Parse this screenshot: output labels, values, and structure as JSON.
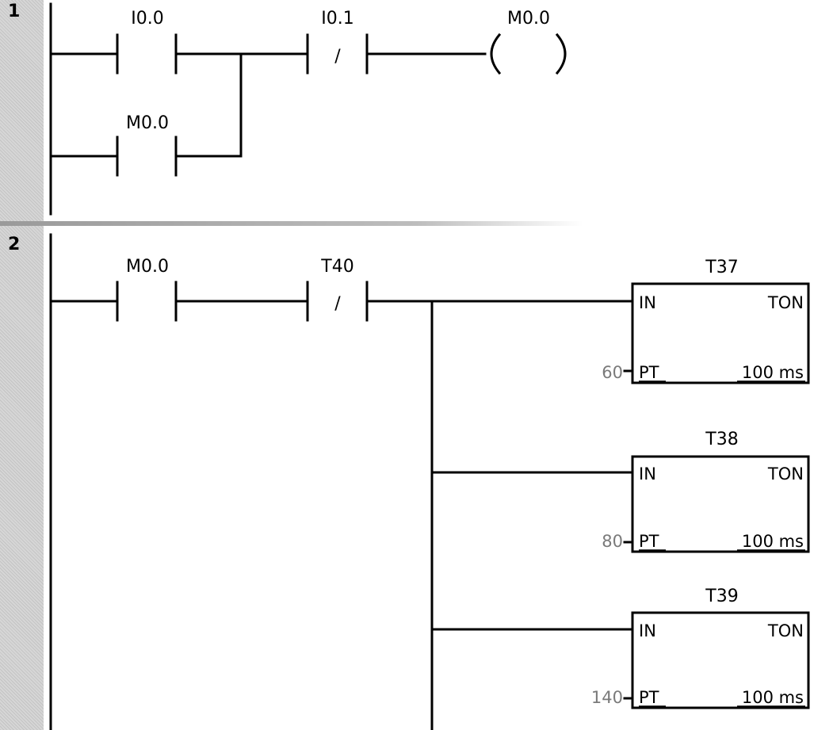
{
  "networks": [
    {
      "number": "1"
    },
    {
      "number": "2"
    }
  ],
  "network1": {
    "contact_i00": {
      "address": "I0.0",
      "type": "NO"
    },
    "contact_i01": {
      "address": "I0.1",
      "type": "NC",
      "symbol": "/"
    },
    "coil_m00": {
      "address": "M0.0"
    },
    "contact_m00_latch": {
      "address": "M0.0",
      "type": "NO"
    }
  },
  "network2": {
    "contact_m00": {
      "address": "M0.0",
      "type": "NO"
    },
    "contact_t40": {
      "address": "T40",
      "type": "NC",
      "symbol": "/"
    },
    "timers": [
      {
        "name": "T37",
        "in_label": "IN",
        "type_label": "TON",
        "pt_label": "PT",
        "preset": "60",
        "base": "100 ms"
      },
      {
        "name": "T38",
        "in_label": "IN",
        "type_label": "TON",
        "pt_label": "PT",
        "preset": "80",
        "base": "100 ms"
      },
      {
        "name": "T39",
        "in_label": "IN",
        "type_label": "TON",
        "pt_label": "PT",
        "preset": "140",
        "base": "100 ms"
      }
    ]
  },
  "colors": {
    "wire": "#000000",
    "gutter": "#d6d6d6",
    "preset_value": "#7a7a7a"
  }
}
